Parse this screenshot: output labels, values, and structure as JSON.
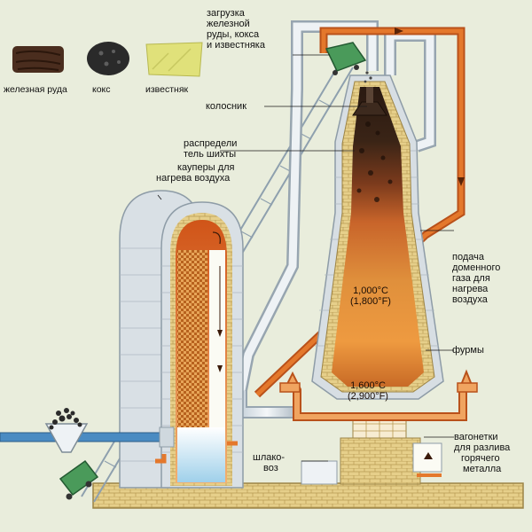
{
  "legend": {
    "iron_ore": "железная руда",
    "coke": "кокс",
    "limestone": "известняк"
  },
  "labels": {
    "loading_l1": "загрузка",
    "loading_l2": "железной",
    "loading_l3": "руды, кокса",
    "loading_l4": "и известняка",
    "throat": "колосник",
    "distributor_l1": "распредели",
    "distributor_l2": "тель шихты",
    "cowper_l1": "кауперы для",
    "cowper_l2": "нагрева воздуха",
    "gas_supply_l1": "подача",
    "gas_supply_l2": "доменного",
    "gas_supply_l3": "газа для",
    "gas_supply_l4": "нагрева",
    "gas_supply_l5": "воздуха",
    "tuyeres": "фурмы",
    "slag_car_l1": "шлако-",
    "slag_car_l2": "воз",
    "ladle_cars_l1": "вагонетки",
    "ladle_cars_l2": "для разлива",
    "ladle_cars_l3": "горячего",
    "ladle_cars_l4": "металла"
  },
  "temperatures": {
    "upper_c": "1,000°C",
    "upper_f": "(1,800°F)",
    "lower_c": "1,600°C",
    "lower_f": "(2,900°F)"
  }
}
